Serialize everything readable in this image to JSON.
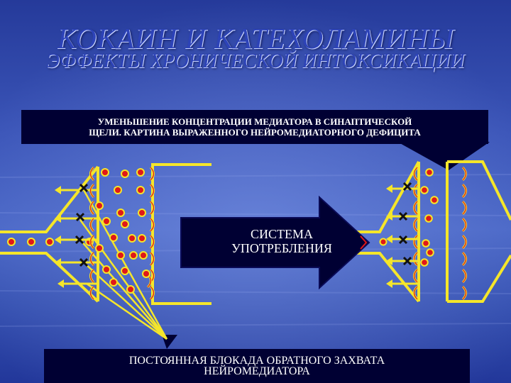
{
  "title": "КОКАИН И КАТЕХОЛАМИНЫ",
  "subtitle": "ЭФФЕКТЫ ХРОНИЧЕСКОЙ ИНТОКСИКАЦИИ",
  "top_caption_line1": "УМЕНЬШЕНИЕ КОНЦЕНТРАЦИИ МЕДИАТОРА В СИНАПТИЧЕСКОЙ",
  "top_caption_line2": "ЩЕЛИ. КАРТИНА ВЫРАЖЕННОГО НЕЙРОМЕДИАТОРНОГО ДЕФИЦИТА",
  "arrow_label_line1": "СИСТЕМА",
  "arrow_label_line2": "УПОТРЕБЛЕНИЯ",
  "bottom_caption_line1": "ПОСТОЯННАЯ БЛОКАДА ОБРАТНОГО ЗАХВАТА",
  "bottom_caption_line2": "НЕЙРОМЕДИАТОРА",
  "colors": {
    "background": "#2b3fa0",
    "title": "#2d43b8",
    "membrane": "#f5e62a",
    "mediator": "#e01818",
    "caption_box": "#000033",
    "arrow": "#000033",
    "blocker": "#111111"
  }
}
